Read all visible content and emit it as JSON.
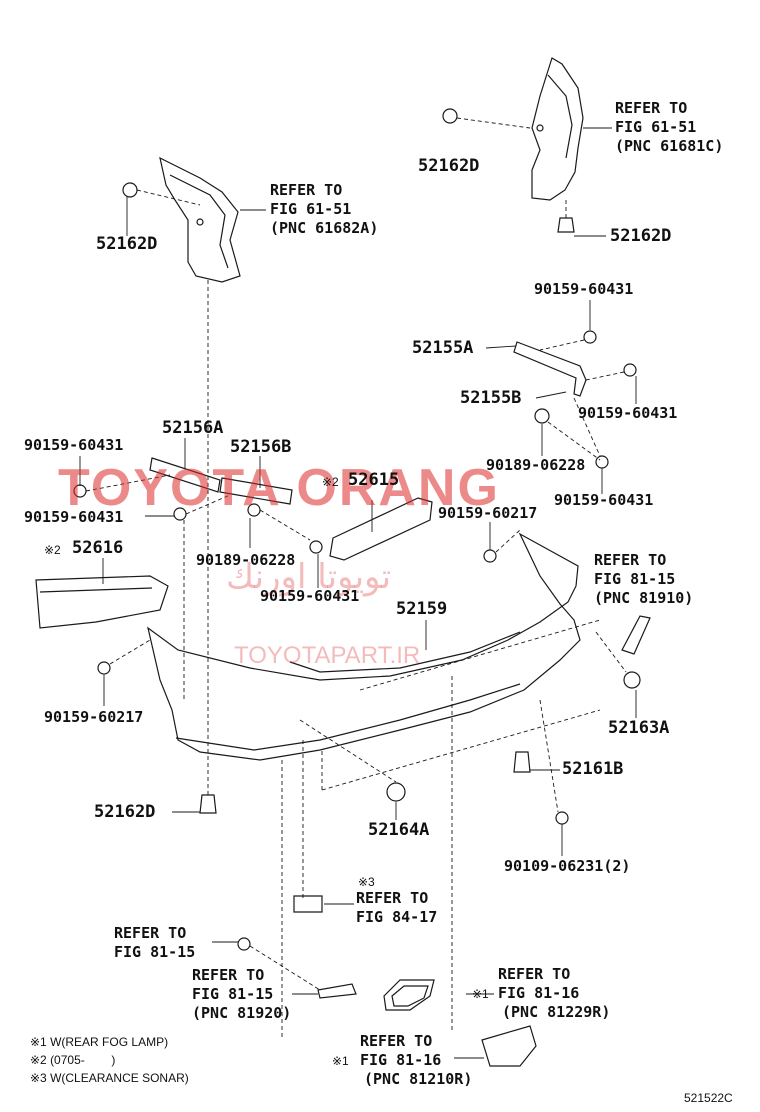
{
  "labels": {
    "p52162D_a": "52162D",
    "ref_a_1": "REFER TO",
    "ref_a_2": "FIG 61-51",
    "ref_a_3": "(PNC 61682A)",
    "p52162D_b": "52162D",
    "ref_b_1": "REFER TO",
    "ref_b_2": "FIG 61-51",
    "ref_b_3": "(PNC 61681C)",
    "p52162D_c": "52162D",
    "p90159_a": "90159-60431",
    "p52155A": "52155A",
    "p52155B": "52155B",
    "p90159_b": "90159-60431",
    "p52156A": "52156A",
    "p52156B": "52156B",
    "p90159_c": "90159-60431",
    "p90189_a": "90189-06228",
    "p90159_d": "90159-60431",
    "mark2_a": "※2",
    "p52615": "52615",
    "p90159_e": "90159-60431",
    "p90159_f": "90159-60217",
    "p90189_b": "90189-06228",
    "mark2_b": "※2",
    "p52616": "52616",
    "p90159_g": "90159-60431",
    "ref_c_1": "REFER TO",
    "ref_c_2": "FIG 81-15",
    "ref_c_3": "(PNC 81910)",
    "p52159": "52159",
    "p90159_h": "90159-60217",
    "p52163A": "52163A",
    "p52161B": "52161B",
    "p52162D_d": "52162D",
    "p52164A": "52164A",
    "p90109": "90109-06231(2)",
    "mark3": "※3",
    "ref_d_1": "REFER TO",
    "ref_d_2": "FIG 84-17",
    "ref_e_1": "REFER TO",
    "ref_e_2": "FIG 81-15",
    "ref_f_1": "REFER TO",
    "ref_f_2": "FIG 81-15",
    "ref_f_3": "(PNC 81920)",
    "ref_g_1": "REFER TO",
    "mark1_a": "※1",
    "ref_g_2": "FIG 81-16",
    "ref_g_3": "(PNC 81229R)",
    "ref_h_1": "REFER TO",
    "mark1_b": "※1",
    "ref_h_2": "FIG 81-16",
    "ref_h_3": "(PNC 81210R)",
    "note1": "※1 W(REAR FOG LAMP)",
    "note2": "※2 (0705-        )",
    "note3": "※3 W(CLEARANCE SONAR)",
    "diagram_id": "521522C"
  },
  "watermarks": {
    "main": "TOYOTA ORANG",
    "arabic": "تويوتا اورنك",
    "site": "TOYOTAPART.IR"
  },
  "colors": {
    "line": "#1a1a1a",
    "watermark": "#dc2828"
  }
}
